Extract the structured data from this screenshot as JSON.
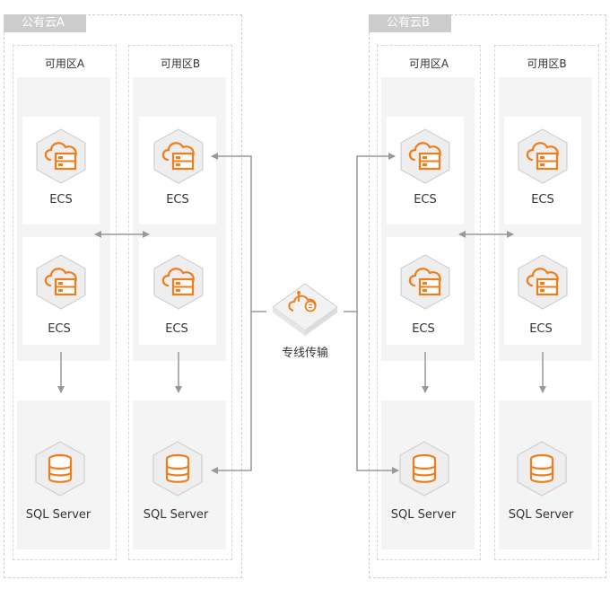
{
  "clouds": [
    {
      "title": "公有云A",
      "zones": [
        "可用区A",
        "可用区B"
      ]
    },
    {
      "title": "公有云B",
      "zones": [
        "可用区A",
        "可用区B"
      ]
    }
  ],
  "labels": {
    "ecs": "ECS",
    "sql": "SQL Server",
    "line": "专线传输"
  },
  "icons": {
    "ecs": "cloud-server-icon",
    "sql": "database-icon",
    "line": "dedicated-line-icon"
  },
  "colors": {
    "accent": "#f07d1a",
    "icon_bg": "#eeeeee",
    "icon_border": "#c8c8c8",
    "connector": "#999999",
    "zone_bg": "#f4f4f4",
    "tag_bg": "#cccccc"
  }
}
